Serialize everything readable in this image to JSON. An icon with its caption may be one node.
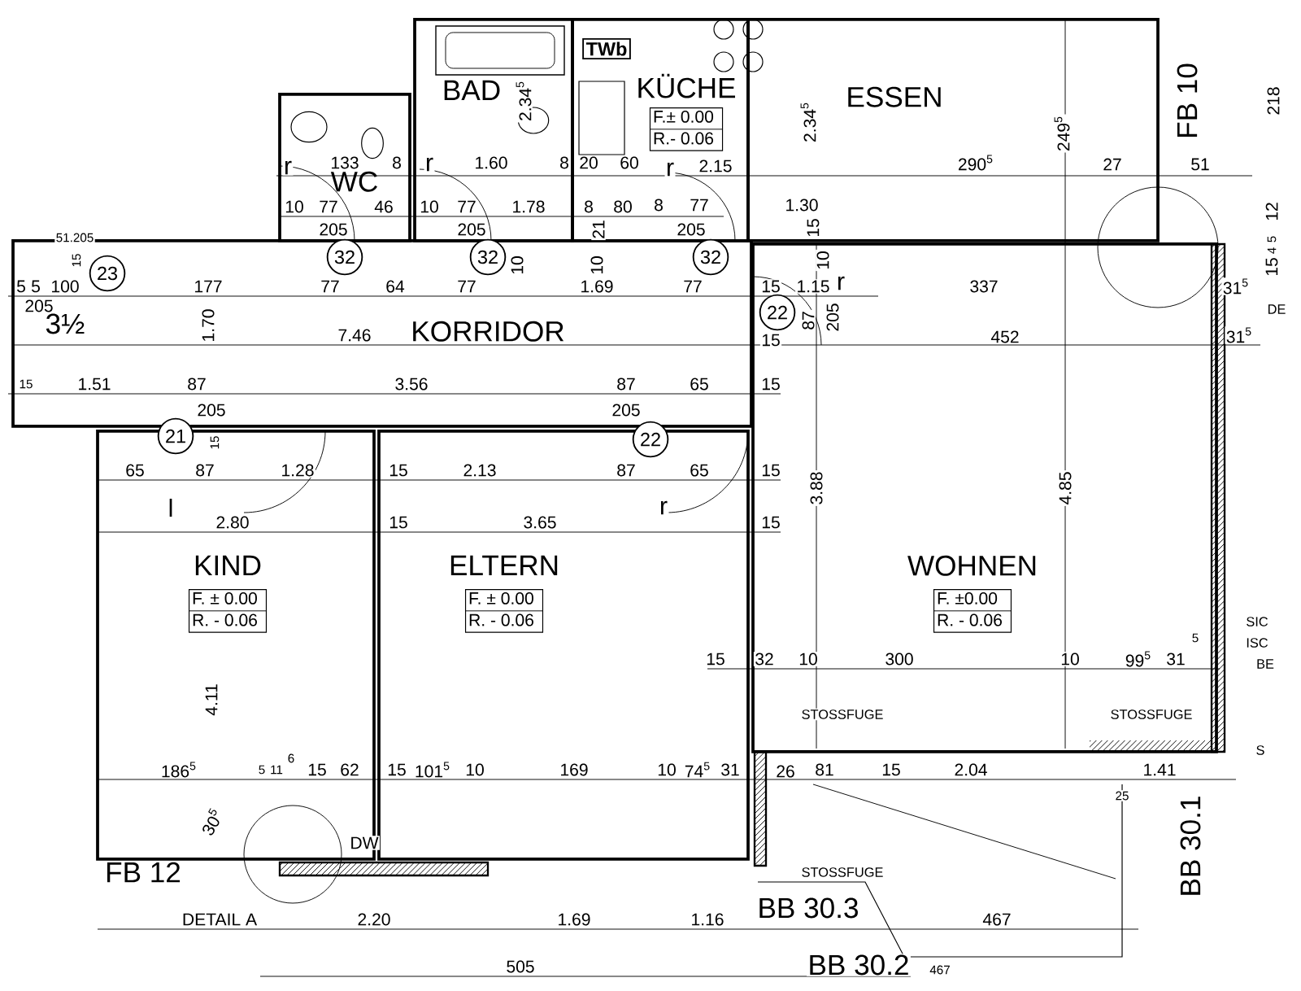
{
  "diagram": {
    "nodes": [
      {
        "text": [
          "KORRIDOR"
        ]
      },
      {
        "text": [
          "WC"
        ]
      },
      {
        "text": [
          "BAD"
        ]
      },
      {
        "text": [
          "KÜCHE",
          "F.± 0.00",
          "R.- 0.06"
        ]
      },
      {
        "text": [
          "ESSEN"
        ]
      },
      {
        "text": [
          "KIND",
          "F. ± 0.00",
          "R. - 0.06"
        ]
      },
      {
        "text": [
          "ELTERN",
          "F. ± 0.00",
          "R. - 0.06"
        ]
      },
      {
        "text": [
          "WOHNEN",
          "F. ±0.00",
          "R. - 0.06"
        ]
      },
      {
        "text": [
          "TWb"
        ],
        "in": 3
      },
      {
        "text": [
          "32"
        ],
        "in": 0
      },
      {
        "text": [
          "32"
        ],
        "in": 0
      },
      {
        "text": [
          "32"
        ],
        "in": 0
      },
      {
        "text": [
          "23"
        ],
        "in": 0
      },
      {
        "text": [
          "22"
        ],
        "in": 7
      },
      {
        "text": [
          "21"
        ]
      },
      {
        "text": [
          "22"
        ]
      }
    ],
    "labels": [
      "2.34$^{5}$",
      "2.34$^{5}$",
      "FB 10",
      "249$^{5}$",
      "218",
      "r",
      "133",
      "8",
      "r",
      "1.60",
      "8",
      "20",
      "60",
      "r",
      "2.15",
      "290$^{5}$",
      "27",
      "51",
      "10",
      "77",
      "46",
      "10",
      "77",
      "1.78",
      "8",
      "80",
      "8",
      "77",
      "1.30",
      "12",
      "205",
      "205",
      "21",
      "205",
      "15",
      "5",
      "4",
      "51.205",
      "15",
      "10",
      "10",
      "10",
      "15",
      "5",
      "5",
      "100",
      "177",
      "77",
      "64",
      "77",
      "1.69",
      "77",
      "15",
      "1.15",
      "r",
      "337",
      "31$^{5}$",
      "205",
      "3½",
      "87",
      "205",
      "DE",
      "1.70",
      "7.46",
      "15",
      "452",
      "31$^{5}$",
      "15",
      "1.51",
      "87",
      "3.56",
      "87",
      "65",
      "15",
      "205",
      "205",
      "15",
      "65",
      "87",
      "1.28",
      "15",
      "2.13",
      "87",
      "65",
      "15",
      "l",
      "r",
      "2.80",
      "15",
      "3.65",
      "15",
      "3.88",
      "4.85",
      "SIC",
      "ISC",
      "4.11",
      "15",
      "32",
      "10",
      "300",
      "10",
      "99$^{5}$",
      "31",
      "5",
      "BE",
      "STOSSFUGE",
      "STOSSFUGE",
      "S",
      "186$^{5}$",
      "5",
      "11",
      "6",
      "15",
      "62",
      "15",
      "101$^{5}$",
      "10",
      "169",
      "10",
      "74$^{5}$",
      "31",
      "26",
      "81",
      "15",
      "2.04",
      "1.41",
      "25",
      "30$^{5}$",
      "DW",
      "BB 30.1",
      "FB 12",
      "STOSSFUGE",
      "BB 30.3",
      "DETAIL A",
      "2.20",
      "1.69",
      "1.16",
      "467",
      "505",
      "BB 30.2",
      "467"
    ]
  }
}
